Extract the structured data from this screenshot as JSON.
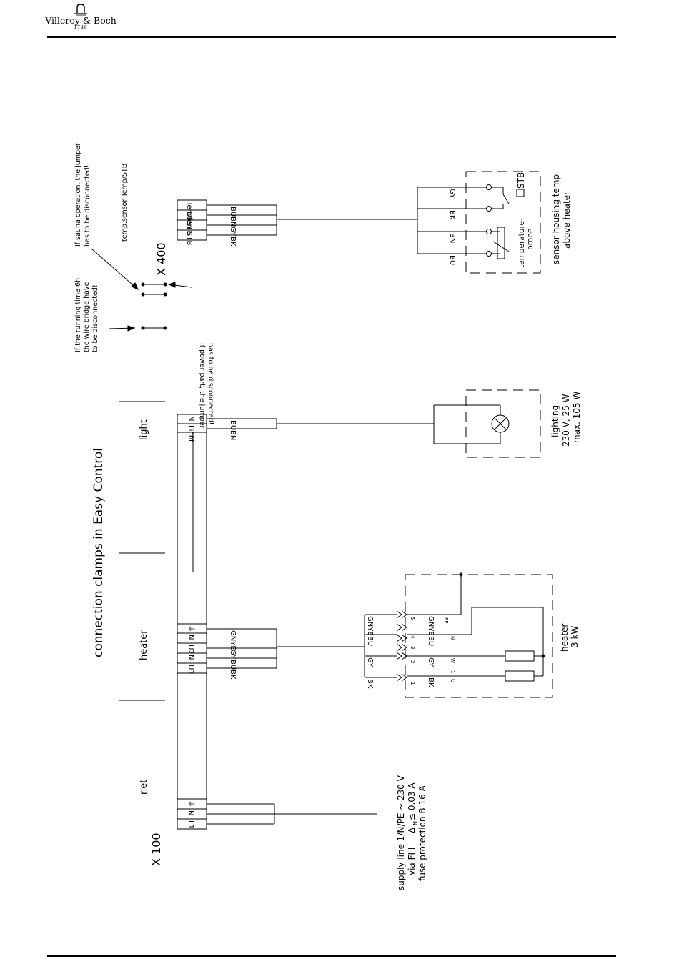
{
  "header": {
    "brand": "Villeroy & Boch",
    "year": "1748"
  },
  "diagram": {
    "title": "connection clamps in Easy Control",
    "x100": "X 100",
    "x400": "X 400",
    "sections": {
      "net": "net",
      "heater": "heater",
      "light": "light"
    },
    "x100_terminals": [
      "L1",
      "N",
      "⏚",
      "U1",
      "N",
      "U2",
      "N",
      "⏚",
      "Licht",
      "N"
    ],
    "x400_terminals": [
      "STB",
      "STB",
      "Ofen",
      "Temp"
    ],
    "wires": {
      "heater": [
        "BK",
        "BU",
        "GY",
        "GNYE"
      ],
      "light": [
        "BN",
        "BU"
      ],
      "sensor": [
        "BK",
        "GY",
        "BN",
        "BU"
      ],
      "sensor_probe": [
        "BU",
        "BN",
        "BK",
        "GY"
      ],
      "heater_block_left": [
        "BK",
        "GY",
        "BU",
        "GNYE"
      ],
      "heater_block_right": [
        "BK",
        "GY",
        "BU",
        "GNYE"
      ]
    },
    "heater_block": {
      "pins": [
        "1",
        "2",
        "3",
        "4",
        "5"
      ],
      "letters": [
        "U",
        "W",
        "1",
        "N",
        "PE"
      ]
    },
    "notes": {
      "sauna": [
        "If sauna operation, the jumper",
        "has to be disconnected!"
      ],
      "temp_sensor": "temp.sensor Temp/STB",
      "running_time": [
        "If the running time 6h",
        "the wire bridge have",
        "to be disconnected!"
      ],
      "power_part": [
        "If power part, the jumper",
        "has to be disconnected!"
      ],
      "supply": [
        "supply line 1/N/PE ~ 230 V",
        "via FI I",
        "Δ",
        "N",
        "≤ 0.03 A",
        "fuse protection B 16 A"
      ],
      "heater": [
        "heater",
        "3 kW"
      ],
      "lighting": [
        "lighting",
        "230 V, 25 W",
        "max. 105 W"
      ],
      "sensor_housing": [
        "sensor housing temp",
        "above heater"
      ],
      "temperature_probe": [
        "temperature-",
        "probe"
      ],
      "stb": "STB"
    }
  }
}
